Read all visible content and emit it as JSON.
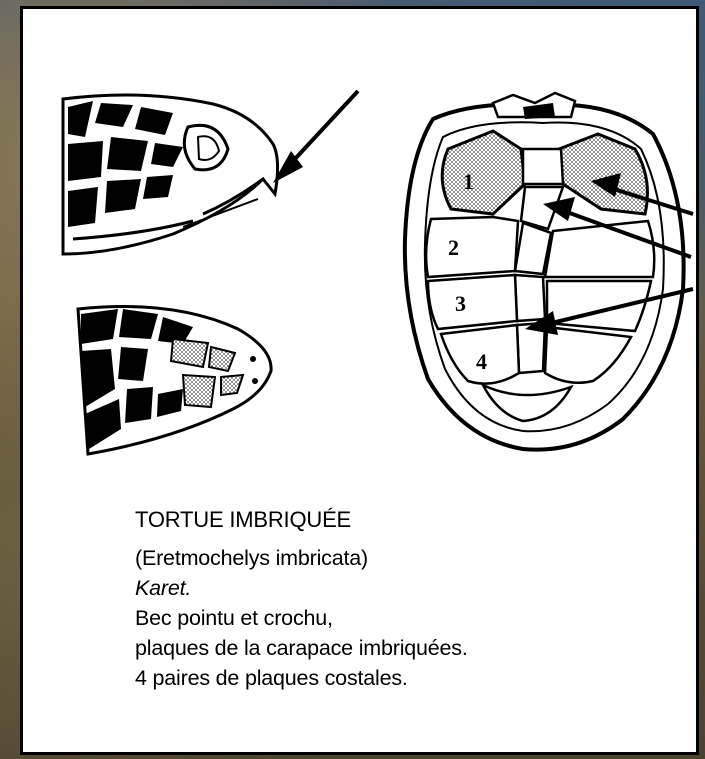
{
  "caption": {
    "title": "TORTUE IMBRIQUÉE",
    "scientific_name": "(Eretmochelys imbricata)",
    "local_name": "Karet.",
    "line_beak": "Bec pointu et crochu,",
    "line_scutes": "plaques de la carapace imbriquées.",
    "line_costals": "4 paires de plaques costales."
  },
  "carapace_labels": [
    "1",
    "2",
    "3",
    "4"
  ],
  "colors": {
    "ink": "#000000",
    "paper": "#ffffff",
    "stipple": "#8c8c8c"
  }
}
